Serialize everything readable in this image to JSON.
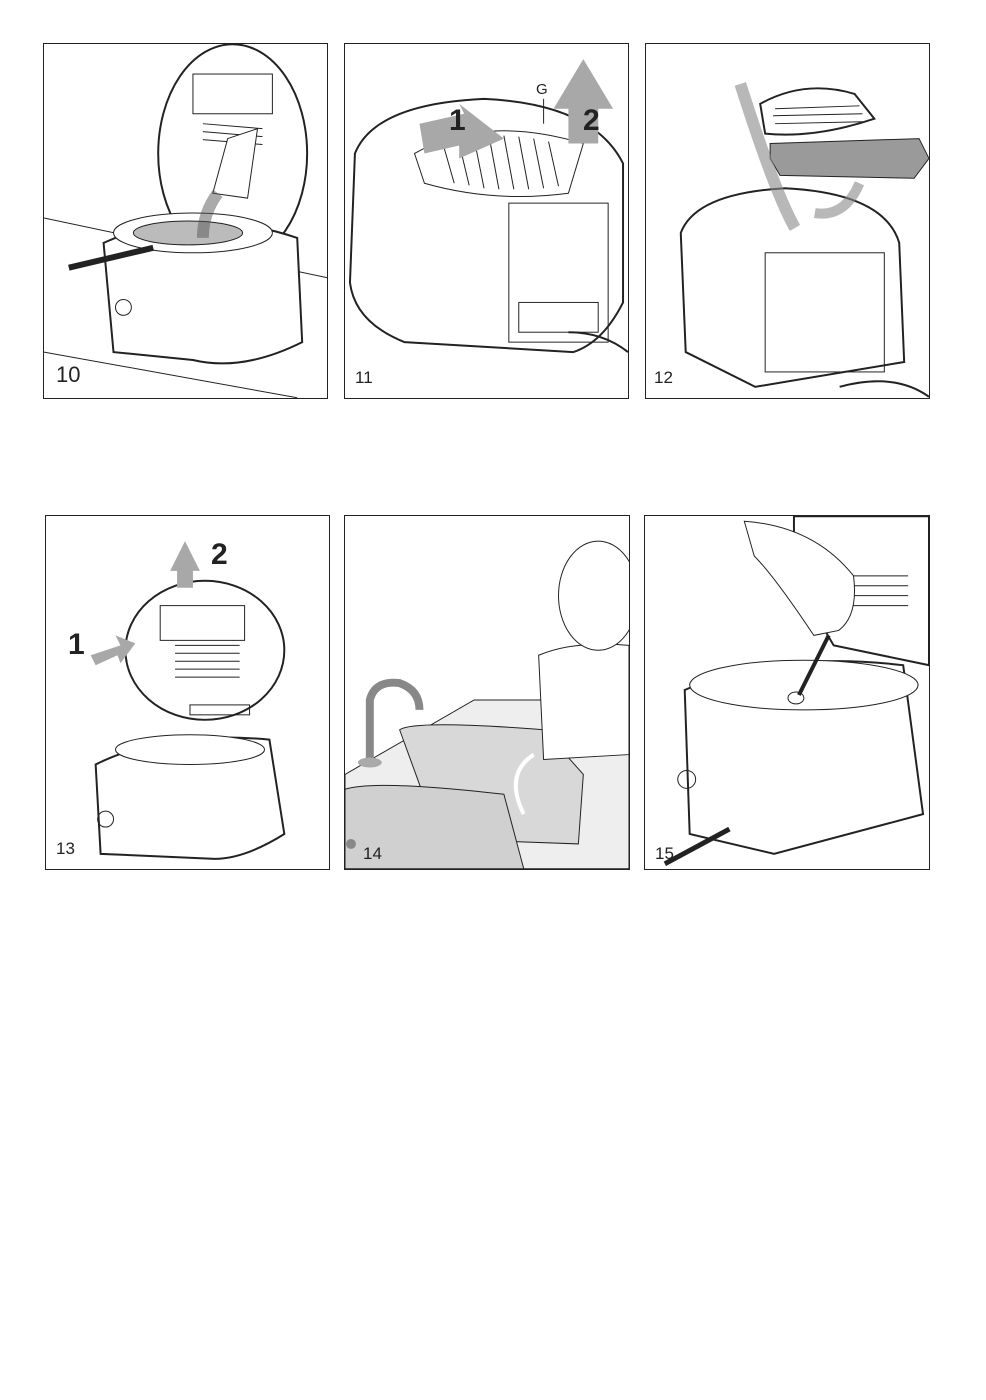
{
  "figures": [
    {
      "number": "10"
    },
    {
      "number": "11",
      "callouts": {
        "part": "G",
        "step1": "1",
        "step2": "2"
      }
    },
    {
      "number": "12"
    },
    {
      "number": "13",
      "callouts": {
        "step1": "1",
        "step2": "2"
      }
    },
    {
      "number": "14"
    },
    {
      "number": "15"
    }
  ],
  "colors": {
    "line": "#222222",
    "arrow": "#a8a8a8",
    "fill_grey": "#9a9a9a",
    "water": "#d8d8d8"
  }
}
